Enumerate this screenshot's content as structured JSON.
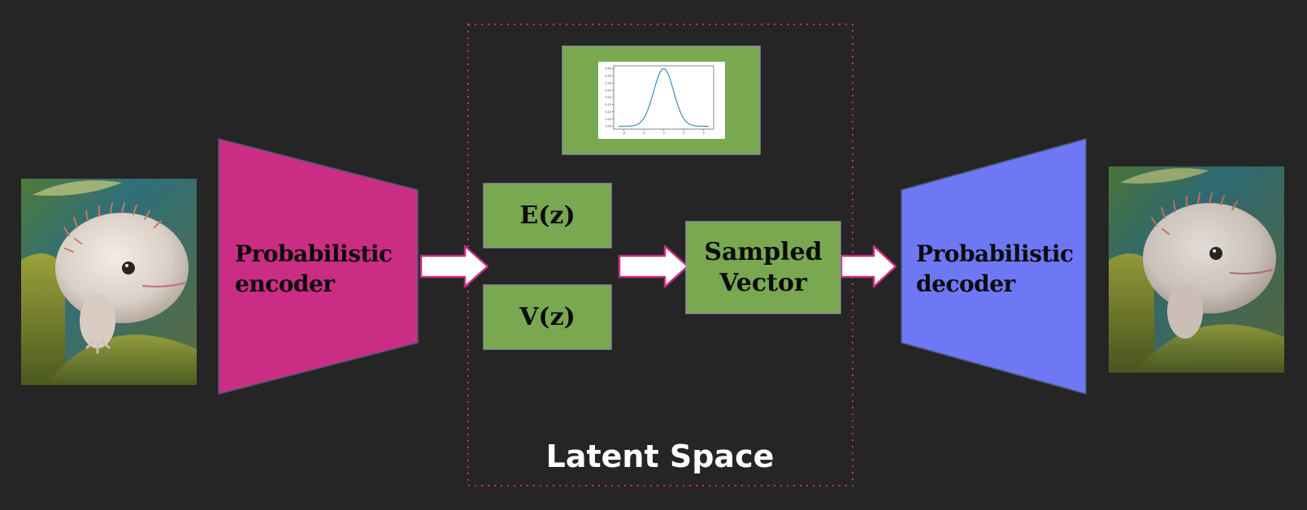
{
  "diagram": {
    "encoder": {
      "line1": "Probabilistic",
      "line2": "encoder"
    },
    "decoder": {
      "line1": "Probabilistic",
      "line2": "decoder"
    },
    "mean_box": "E(z)",
    "variance_box": "V(z)",
    "sampled": {
      "line1": "Sampled",
      "line2": "Vector"
    },
    "latent_label": "Latent Space",
    "input_image": "axolotl-photo",
    "output_image": "axolotl-photo-reconstructed"
  },
  "chart_data": {
    "type": "line",
    "title": "",
    "xlabel": "",
    "ylabel": "",
    "xlim": [
      -5,
      5
    ],
    "ylim": [
      -0.02,
      0.42
    ],
    "x_ticks": [
      "-4",
      "-2",
      "0",
      "2",
      "4"
    ],
    "y_ticks": [
      "0.00",
      "0.05",
      "0.10",
      "0.15",
      "0.20",
      "0.25",
      "0.30",
      "0.35",
      "0.40"
    ],
    "series": [
      {
        "distribution": "normal",
        "mean": 0,
        "std": 1,
        "peak": 0.4
      }
    ],
    "colors": {
      "line": "#1f77b4"
    }
  },
  "colors": {
    "background": "#252525",
    "encoder": "#cc2d84",
    "decoder": "#6e78f5",
    "box": "#7aa851",
    "arrow_fill": "#ffffff",
    "arrow_stroke": "#cc2d84",
    "latent_border": "#cc2d84"
  }
}
